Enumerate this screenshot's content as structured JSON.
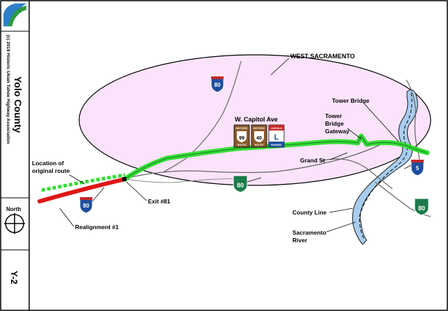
{
  "sidebar": {
    "copyright": "(c) 2019 Historic Ukiah Tahoe Highway Association",
    "county": "Yolo County",
    "north_label": "North",
    "map_id": "Y-2"
  },
  "labels": {
    "west_sacramento": "WEST SACRAMENTO",
    "w_capitol_ave": "W. Capitol Ave",
    "tower_bridge": "Tower Bridge",
    "tower_bridge_gateway_1": "Tower",
    "tower_bridge_gateway_2": "Bridge",
    "tower_bridge_gateway_3": "Gateway",
    "grand_st": "Grand St",
    "location_1": "Location of",
    "location_2": "original route",
    "exit_81": "Exit #81",
    "realignment": "Realignment #1",
    "county_line": "County Line",
    "sacramento_river_1": "Sacramento",
    "sacramento_river_2": "River"
  },
  "shields": {
    "i80": "80",
    "i5": "5",
    "us40": "40",
    "us99": "99",
    "historic": "HISTORIC",
    "route": "ROUTE",
    "us": "US",
    "lincoln": "LINCOLN",
    "highway": "HIGHWAY",
    "lincoln_letter": "L"
  },
  "colors": {
    "ellipse_fill": "#fbe3fb",
    "green_route": "#33dd33",
    "red_route": "#e01515",
    "interstate_blue": "#1f4e9e",
    "green_shield": "#1b7a4a",
    "river": "#a9cdef",
    "historic_brown": "#8a5a2b"
  }
}
